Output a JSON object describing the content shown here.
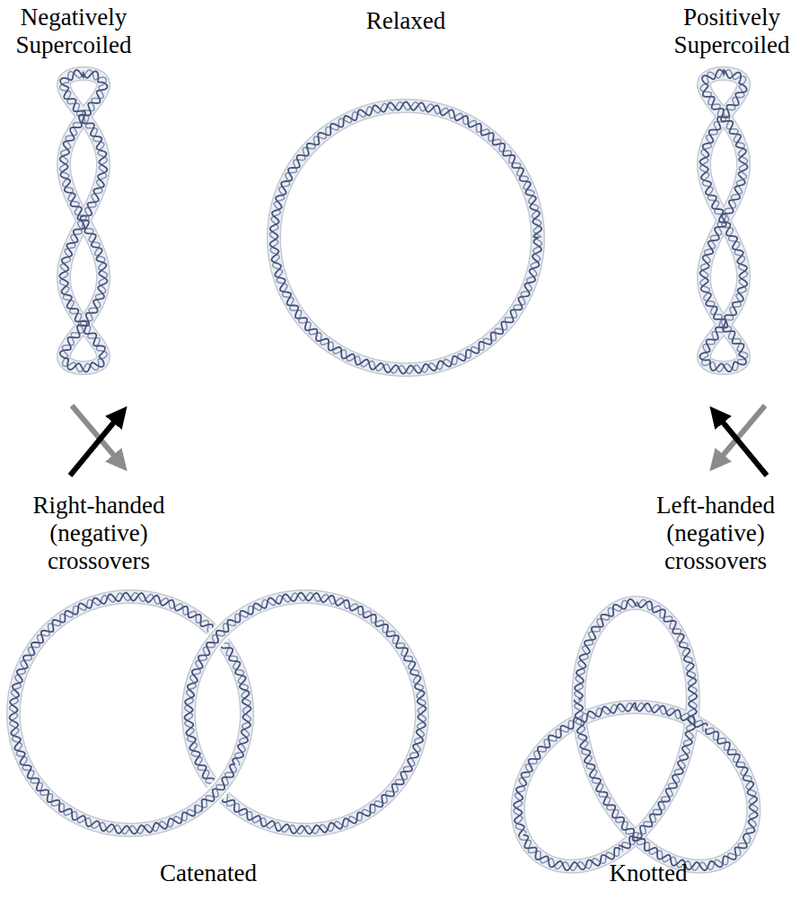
{
  "diagram": {
    "labels": [
      "Negatively Supercoiled",
      "Relaxed",
      "Positively Supercoiled",
      "Right-handed (negative) crossovers",
      "Left-handed (negative) crossovers",
      "Catenated",
      "Knotted"
    ]
  }
}
